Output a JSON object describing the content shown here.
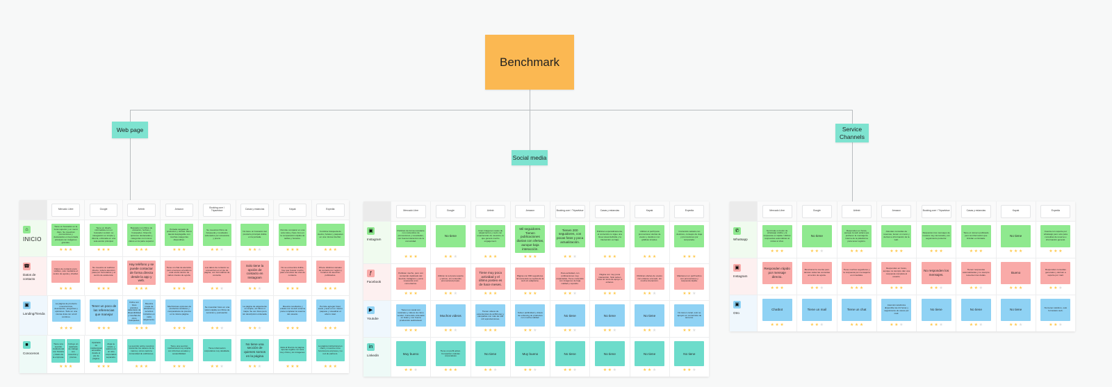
{
  "root": {
    "label": "Benchmark",
    "color": "#fbb852"
  },
  "branches": [
    {
      "label": "Web page",
      "color": "#7ee3d0"
    },
    {
      "label": "Social media",
      "color": "#7ee3d0"
    },
    {
      "label": "Service\nChannels",
      "color": "#7ee3d0"
    }
  ],
  "tables": [
    {
      "name": "web-page-benchmark",
      "columns": [
        "Mercado Libre",
        "Google",
        "Airbnb",
        "Amazon",
        "Booking.com / Tripadvisor",
        "Casas y estancias",
        "Kayak",
        "Expedia"
      ],
      "rows": [
        {
          "label": "INICIO",
          "label_size": "big",
          "icon": "home-icon",
          "icon_color": "green",
          "band": "green",
          "note_color": "green",
          "cells": [
            {
              "text": "Tiene un buscador en la zona superior y un menú claro. Se muestran promociones y destacados en la portada principal con imágenes grandes.",
              "stars": 3
            },
            {
              "text": "Tiene un diseño minimalista con un buscador central. La navegación es simple y directa, enfocada en una sola acción principal.",
              "stars": 3
            },
            {
              "text": "Buscador con filtros de ubicación, fechas y huéspedes. Muestra opciones destacadas y categorías con iconos claros en la parte superior.",
              "stars": 3
            },
            {
              "text": "Portada cargada de productos y ofertas. Menú lateral desplegable con muchas categorías disponibles.",
              "stars": 3
            },
            {
              "text": "Se muestran filtros de búsqueda y resultados ordenados por relevancia y precio.",
              "stars": 2
            },
            {
              "text": "No tiene un buscador del producto principal visible en la portada.",
              "stars": 2
            },
            {
              "text": "Permite comparar en una sola vista y hace foco en la comparación rápida de tarifas y horarios.",
              "stars": 3
            },
            {
              "text": "Combina búsqueda de vuelos, hoteles y paquetes en una misma interfaz.",
              "stars": 3
            }
          ]
        },
        {
          "label": "Datos de contacto",
          "icon": "contact-icon",
          "icon_color": "pink",
          "band": "pink",
          "note_color": "pink",
          "cells": [
            {
              "text": "Datos de contacto poco visibles, solo mediante el centro de ayuda y chatbot.",
              "stars": 3
            },
            {
              "text": "No muestra un teléfono directo, toda la atención pasa por formularios y el centro de asistencia.",
              "stars": 3
            },
            {
              "text": "Hay teléfono y se puede contactar de forma directa desde la app y web.",
              "stars": 3,
              "big": true
            },
            {
              "text": "Tiene un chat de atención, pero el acceso al teléfono está oculto dentro de varios niveles de ayuda.",
              "stars": 3
            },
            {
              "text": "Los datos de contacto se encuentran en el pie de página, con formularios de consulta.",
              "stars": 2
            },
            {
              "text": "Solo tiene la opción de contacto en Instagram",
              "stars": 2,
              "big": true
            },
            {
              "text": "No se encuentra visible, hay que buscar mucho para encontrar las vías de contacto.",
              "stars": 3
            },
            {
              "text": "Ofrece distintos canales de contacto por región y horarios de atención publicados.",
              "stars": 3
            }
          ]
        },
        {
          "label": "Landing/Tienda",
          "icon": "store-icon",
          "icon_color": "blue",
          "band": "blue",
          "note_color": "blue",
          "cells": [
            {
              "text": "La página de producto muestra fotos, descripción, preguntas y opiniones. Todo en una misma vista con scroll continuo.",
              "stars": 3
            },
            {
              "text": "Tener un poco de las referencias que manejar",
              "stars": 3,
              "big": true
            },
            {
              "text": "Ficha con fotos grandes, calendario de disponibilidad y reseñas de otros huéspedes.",
              "stars": 3,
              "stack": true,
              "text2": "Muestra mapa de ubicación y servicios incluidos en cada alojamiento."
            },
            {
              "text": "Muchísimas opciones de productos similares y comparativas de precios en la misma página.",
              "stars": 3
            },
            {
              "text": "Se muestran fotos en una visión rápida con filtros de servicios y puntuación.",
              "stars": 2
            },
            {
              "text": "La página de alojamiento es simple, sin filtros ni mapa. Se ven fotos pero sin descripción ordenada.",
              "stars": 2
            },
            {
              "text": "Muestra resultados y enlaza con la web externa para completar la reserva del usuario.",
              "stars": 3
            },
            {
              "text": "Permite agregar hotel, vuelo y auto en un mismo paquete y visualizar el ahorro total.",
              "stars": 3
            }
          ]
        },
        {
          "label": "Conocenos",
          "icon": "info-icon",
          "icon_color": "teal",
          "band": "teal",
          "note_color": "teal",
          "cells": [
            {
              "text": "Tiene una sección institucional con historia y datos de la empresa.",
              "stars": 3,
              "stack": true,
              "text2": "Incluye un apartado de trabajo con nosotros y prensa."
            },
            {
              "text": "Apartado de institucional accesible desde el pie de página.",
              "stars": 3,
              "stack": true,
              "text2": "Aloja su misión y valores en un sitio corporativo separado."
            },
            {
              "text": "La sección sobre nosotros transmite los valores de la marca y cómo nació la comunidad de anfitriones.",
              "stars": 3
            },
            {
              "text": "Tiene una sección institucional muy amplia con informes anuales y sostenibilidad.",
              "stars": 3
            },
            {
              "text": "Tiene información corporativa muy detallada.",
              "stars": 2
            },
            {
              "text": "No tiene una sección de quienes somos en la página",
              "stars": 2,
              "big": true
            },
            {
              "text": "Está al final de la página, apenas legible con letra muy chica y sin imágenes.",
              "stars": 3
            },
            {
              "text": "La página institucional es clara y muestra cómo funciona la empresa y su red de partners.",
              "stars": 3
            }
          ]
        }
      ]
    },
    {
      "name": "social-media-benchmark",
      "columns": [
        "Mercado Libre",
        "Google",
        "Airbnb",
        "Amazon",
        "Booking.com / Tripadvisor",
        "Casas y estancias",
        "Kayak",
        "Expedia"
      ],
      "rows": [
        {
          "label": "Instagram",
          "icon": "instagram-icon",
          "icon_color": "green",
          "band": "green",
          "note_color": "green",
          "cells": [
            {
              "text": "Publican de forma constante con contenidos de promociones y novedades, con buena interacción de la comunidad.",
              "stars": 3
            },
            {
              "text": "No tiene",
              "stars": 2,
              "big": true
            },
            {
              "text": "Usan imágenes reales de alojamientos y reels con experiencias de usuarios, lo que genera mucho engagement.",
              "stars": 3
            },
            {
              "text": "Mil seguidores. Tienen publicaciones diarias con ofertas, aunque baja interacción.",
              "stars": 3,
              "big": true
            },
            {
              "text": "Tienen 200 seguidores, con pocas fotos y poca actualización.",
              "stars": 2,
              "big": true
            },
            {
              "text": "Publican esporádicamente, el contenido no sigue una línea visual definida y la interacción es baja.",
              "stars": 3
            },
            {
              "text": "Utilizan el perfil para promocionar ofertas de vuelos y destinos con gráficas simples.",
              "stars": 3
            },
            {
              "text": "Contenido variado con destinos, consejos de viaje y promociones por temporada.",
              "stars": 3
            }
          ]
        },
        {
          "label": "Facebook",
          "icon": "facebook-icon",
          "icon_color": "pink",
          "band": "pink",
          "note_color": "pink",
          "cells": [
            {
              "text": "Publican mucho, pero con contenido duplicado del feed de Instagram y poca respuesta a los comentarios.",
              "stars": 3
            },
            {
              "text": "Utilizan la red para soporte y avisos, sin contenido promocional propio.",
              "stars": 2
            },
            {
              "text": "Tiene muy poca actividad y el último posteo es de hace meses.",
              "stars": 3,
              "big": true
            },
            {
              "text": "Página con 800 seguidores. El contenido se replica de la web sin adaptarse.",
              "stars": 3
            },
            {
              "text": "Poca actividad, con publicaciones muy espaciadas. Tiene contenido con imágenes de baja calidad y repetido.",
              "stars": 2
            },
            {
              "text": "Página con muy poca interacción. Sólo suben fotos sin texto de apoyo ni enlaces.",
              "stars": 3
            },
            {
              "text": "Publican ofertas de vuelos con enlaces a la web, sin mucha interacción.",
              "stars": 2
            },
            {
              "text": "Mantienen un perfil activo con promociones y respuesta rápida.",
              "stars": 2
            }
          ]
        },
        {
          "label": "Youtube",
          "icon": "youtube-icon",
          "icon_color": "blue",
          "band": "blue",
          "note_color": "blue",
          "cells": [
            {
              "text": "Tienen un canal con tutoriales y videos de cómo vender. Contenido ordenado en listas y con buena producción audiovisual.",
              "stars": 3
            },
            {
              "text": "Muchos videos",
              "stars": 2,
              "big": true
            },
            {
              "text": "Tienen videos de experiencias de anfitriones y campañas con más de 100 mil reproducciones.",
              "stars": 3
            },
            {
              "text": "Suben publicidad y videos de unboxing de productos con mucha calidad.",
              "stars": 2
            },
            {
              "text": "No tiene",
              "stars": 2,
              "big": true
            },
            {
              "text": "No tiene",
              "stars": 2,
              "big": true
            },
            {
              "text": "No tiene",
              "stars": 2,
              "big": true
            },
            {
              "text": "No tienen canal, solo se apoyan en contenidos de terceros.",
              "stars": 2
            }
          ]
        },
        {
          "label": "Linkedin",
          "icon": "linkedin-icon",
          "icon_color": "teal",
          "band": "teal",
          "note_color": "teal",
          "cells": [
            {
              "text": "Muy bueno",
              "stars": 2,
              "big": true
            },
            {
              "text": "Tiene un perfil activo. Comparten noticias corporativas",
              "stars": 3
            },
            {
              "text": "No tiene",
              "stars": 2,
              "big": true
            },
            {
              "text": "Muy bueno",
              "stars": 2,
              "big": true
            },
            {
              "text": "No tiene",
              "stars": 2,
              "big": true
            },
            {
              "text": "No tiene",
              "stars": 2,
              "big": true
            },
            {
              "text": "No tiene",
              "stars": 2,
              "big": true
            },
            {
              "text": "No tiene",
              "stars": 2,
              "big": true
            }
          ]
        }
      ]
    },
    {
      "name": "service-channels-benchmark",
      "columns": [
        "Mercado Libre",
        "Google",
        "Airbnb",
        "Amazon",
        "Booking.com / Tripadvisor",
        "Casas y estancias",
        "Kayak",
        "Expedia"
      ],
      "rows": [
        {
          "label": "Whatsapp",
          "icon": "whatsapp-icon",
          "icon_color": "green",
          "band": "green",
          "note_color": "green",
          "cells": [
            {
              "text": "Se brinda un botón de whatsapp visible y la respuesta es rápida. Utilizan respuestas automáticas al iniciar el chat.",
              "stars": 3
            },
            {
              "text": "No tiene",
              "stars": 2,
              "big": true
            },
            {
              "text": "Responden en horas, aunque la web aclara que prefieren la mensajería interna de la plataforma para tener registro.",
              "stars": 3
            },
            {
              "text": "Atienden consultas de reservas, tienen un menú y derivan a información de la web.",
              "stars": 3
            },
            {
              "text": "Responden los mensajes de manera muy demorada y sin seguimiento posterior.",
              "stars": 3
            },
            {
              "text": "Tiene el número publicado pero la información que brindan es limitada.",
              "stars": 3
            },
            {
              "text": "No tiene",
              "stars": 3,
              "big": true
            },
            {
              "text": "Cuenta con soporte por whatsapp pero solo para consultas de reserva e información general.",
              "stars": 3
            }
          ]
        },
        {
          "label": "Instagram",
          "icon": "instagram-icon",
          "icon_color": "pink",
          "band": "pink",
          "note_color": "pink",
          "cells": [
            {
              "text": "Responden rápido por mensaje directo.",
              "stars": 3,
              "big": true
            },
            {
              "text": "Mencionan la cuenta pero derivan todas las consultas al centro de ayuda.",
              "stars": 2
            },
            {
              "text": "Tiene muchos seguidores y la respuesta por mensajería es inmediata.",
              "stars": 3
            },
            {
              "text": "Responden en horas, aunque no siempre dan una respuesta completa al usuario.",
              "stars": 3
            },
            {
              "text": "No responden los mensajes.",
              "stars": 2,
              "big": true
            },
            {
              "text": "Tienen respuestas automatizadas y no siempre resuelven las dudas.",
              "stars": 2
            },
            {
              "text": "Bueno",
              "stars": 3,
              "big": true
            },
            {
              "text": "Responden consultas generales y derivan a soporte por mail.",
              "stars": 2
            }
          ]
        },
        {
          "label": "Otro",
          "icon": "other-icon",
          "icon_color": "blue",
          "band": "blue",
          "note_color": "blue",
          "cells": [
            {
              "text": "Chatbot",
              "stars": 3,
              "big": true
            },
            {
              "text": "Tiene un mail",
              "stars": 2,
              "big": true
            },
            {
              "text": "Tiene un chat",
              "stars": 3,
              "big": true
            },
            {
              "text": "Atención telefónica disponible las 24 horas y seguimiento de casos por mail.",
              "stars": 2
            },
            {
              "text": "No tiene",
              "stars": 2,
              "big": true
            },
            {
              "text": "No tiene",
              "stars": 2,
              "big": true
            },
            {
              "text": "No tiene",
              "stars": 2,
              "big": true
            },
            {
              "text": "No tienen teléfono, solo formulario web.",
              "stars": 2
            }
          ]
        }
      ]
    }
  ]
}
